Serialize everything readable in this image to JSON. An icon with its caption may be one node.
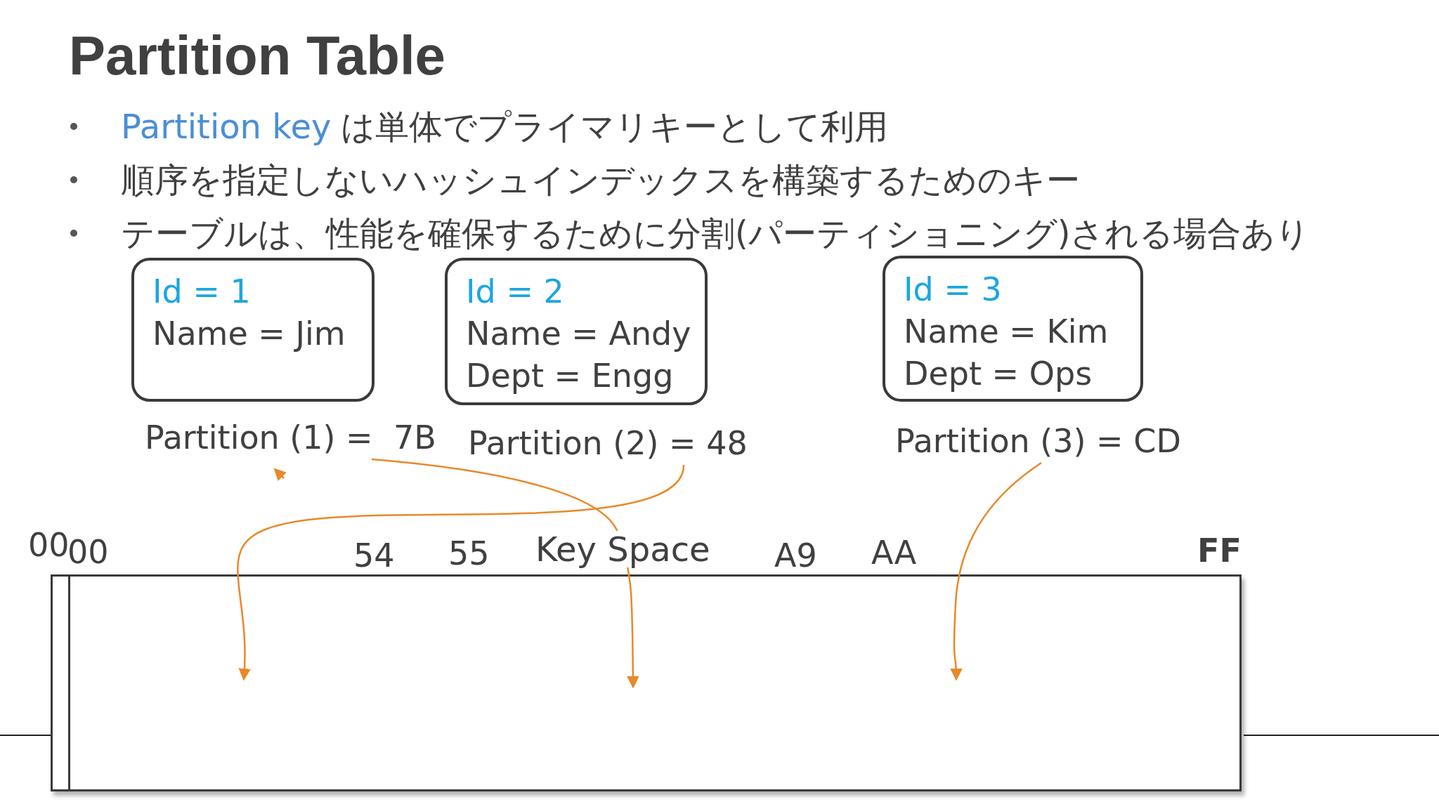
{
  "diagram": {
    "title": "Partition Table",
    "nodes": [
      {
        "text": [
          "Id = 1",
          "Name = Jim"
        ]
      },
      {
        "text": [
          "Id = 2",
          "Name = Andy",
          "Dept = Engg"
        ]
      },
      {
        "text": [
          "Id = 3",
          "Name = Kim",
          "Dept = Ops"
        ]
      },
      {
        "text": [
          "Partition (1) =  7B"
        ]
      },
      {
        "text": [
          "Partition (2) = 48"
        ]
      },
      {
        "text": [
          "Partition (3) = CD"
        ]
      },
      {
        "text": [],
        "shape": "bar"
      }
    ],
    "edges": [
      {
        "from": 4,
        "to": 6,
        "arrow": "to"
      },
      {
        "from": 3,
        "to": 6,
        "arrow": "to"
      },
      {
        "from": 5,
        "to": 6,
        "arrow": "to"
      },
      {
        "from": null,
        "to": 3,
        "arrow": "to"
      }
    ],
    "labels": [
      "Partition key",
      "は単体でプライマリキーとして利用",
      "順序を指定しないハッシュインデックスを構築するためのキー",
      "テーブルは、性能を確保するために分割(パーティショニング)される場合あり",
      "00",
      "00",
      "54",
      "55",
      "Key Space",
      "A9",
      "AA",
      "FF"
    ]
  }
}
